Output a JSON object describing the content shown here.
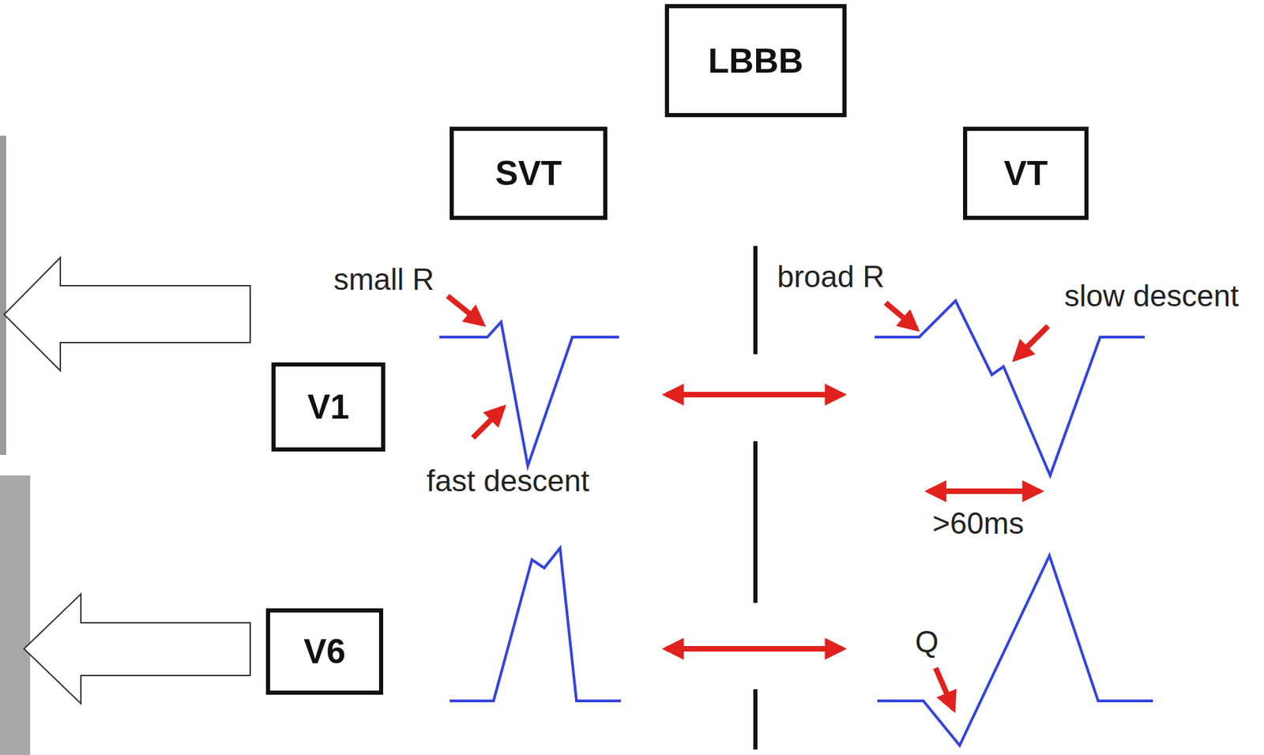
{
  "diagram": {
    "nodes": [
      {
        "text": [
          "LBBB"
        ]
      },
      {
        "text": [
          "SVT"
        ]
      },
      {
        "text": [
          "VT"
        ]
      },
      {
        "text": [
          "V1"
        ]
      },
      {
        "text": [
          "V6"
        ]
      }
    ],
    "labels": [
      "small R",
      "fast descent",
      "broad R",
      "slow descent",
      ">60ms",
      "Q"
    ]
  }
}
